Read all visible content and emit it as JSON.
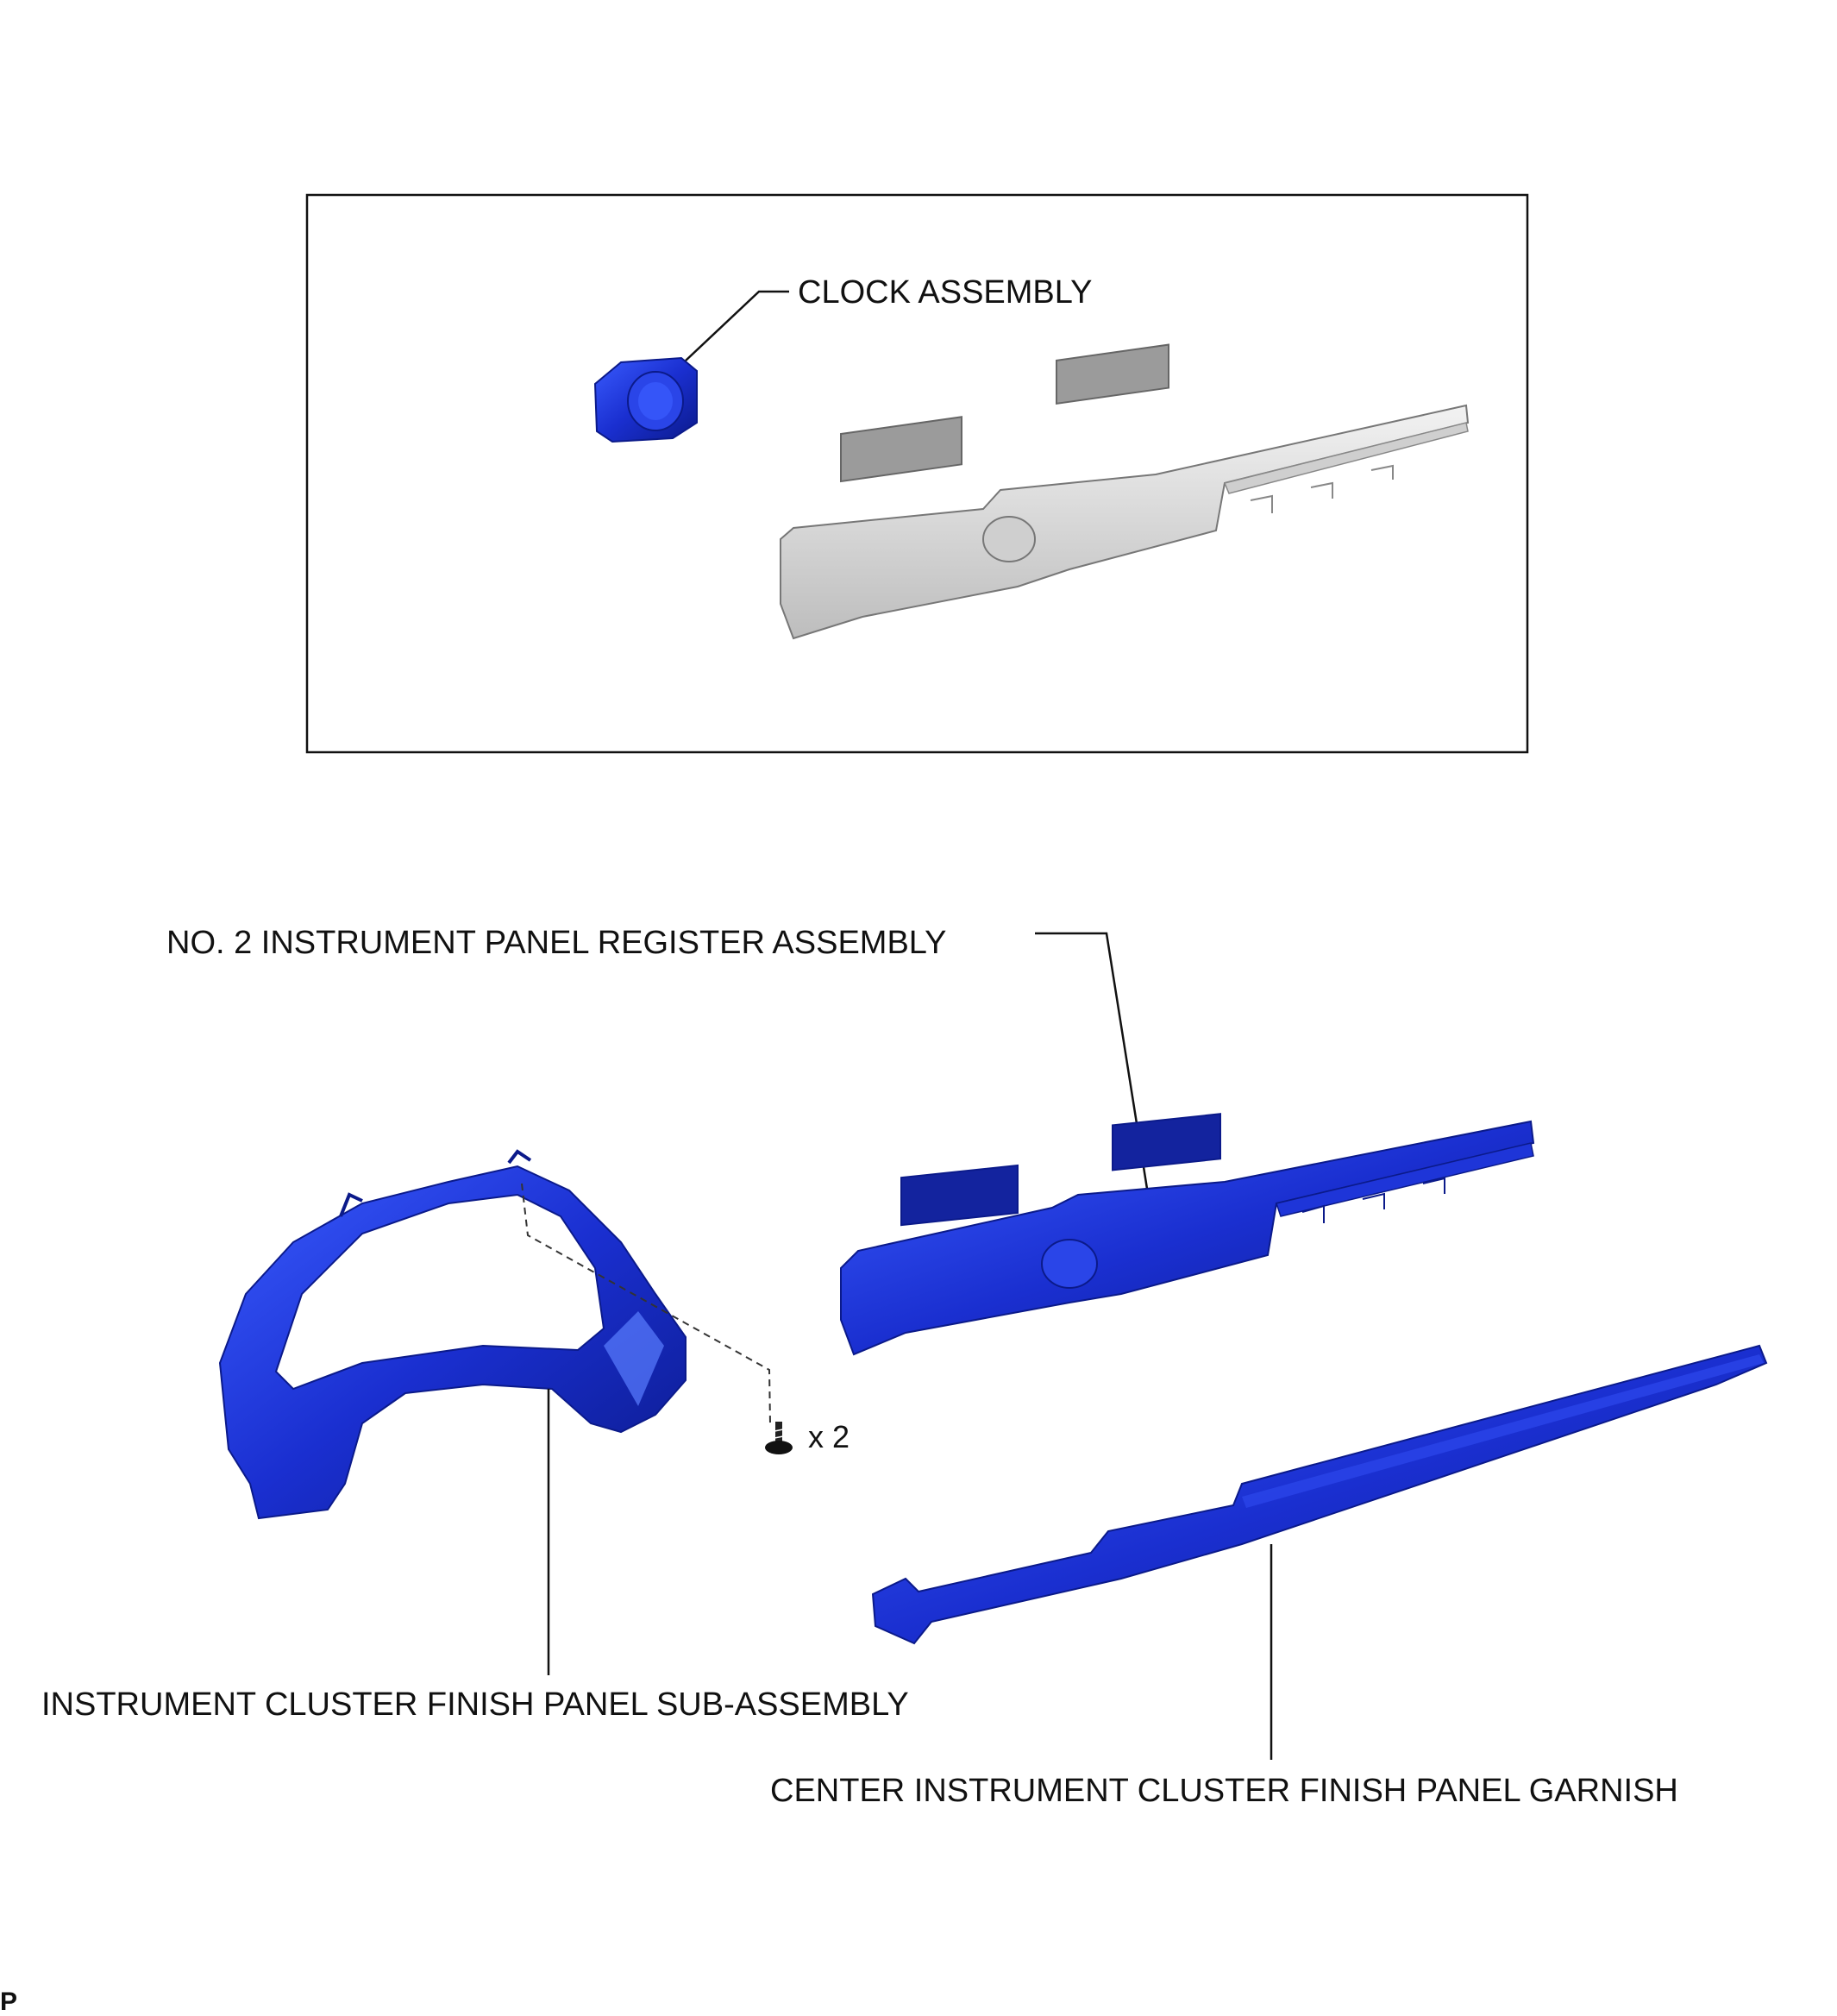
{
  "labels": {
    "clock_assembly": "CLOCK ASSEMBLY",
    "register_assembly": "NO. 2 INSTRUMENT PANEL REGISTER ASSEMBLY",
    "finish_panel_sub_assembly": "INSTRUMENT  CLUSTER FINISH PANEL SUB-ASSEMBLY",
    "center_garnish": "CENTER INSTRUMENT CLUSTER FINISH PANEL GARNISH",
    "screw_count": "x 2",
    "corner_mark": "P"
  },
  "colors": {
    "part_blue": "#1a2fd0",
    "part_blue_dark": "#0b1a8a",
    "part_blue_light": "#4f73ff",
    "part_gray": "#d9d9d9",
    "part_gray_dark": "#8a8a8a",
    "line": "#111111"
  },
  "icons": {
    "screw": "screw-icon"
  }
}
